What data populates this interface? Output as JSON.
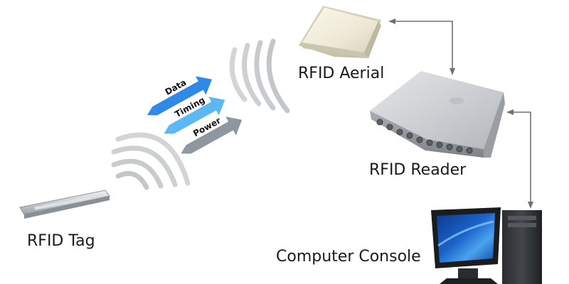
{
  "labels": {
    "aerial": "RFID Aerial",
    "reader": "RFID Reader",
    "tag": "RFID Tag",
    "console": "Computer Console"
  },
  "signals": {
    "data": "Data",
    "timing": "Timing",
    "power": "Power"
  },
  "colors": {
    "data_arrow": "#2e8ae6",
    "timing_arrow": "#5bb8f5",
    "power_arrow": "#8e96a0",
    "link_arrow": "#6f7275",
    "wave": "#c9cbcd"
  }
}
